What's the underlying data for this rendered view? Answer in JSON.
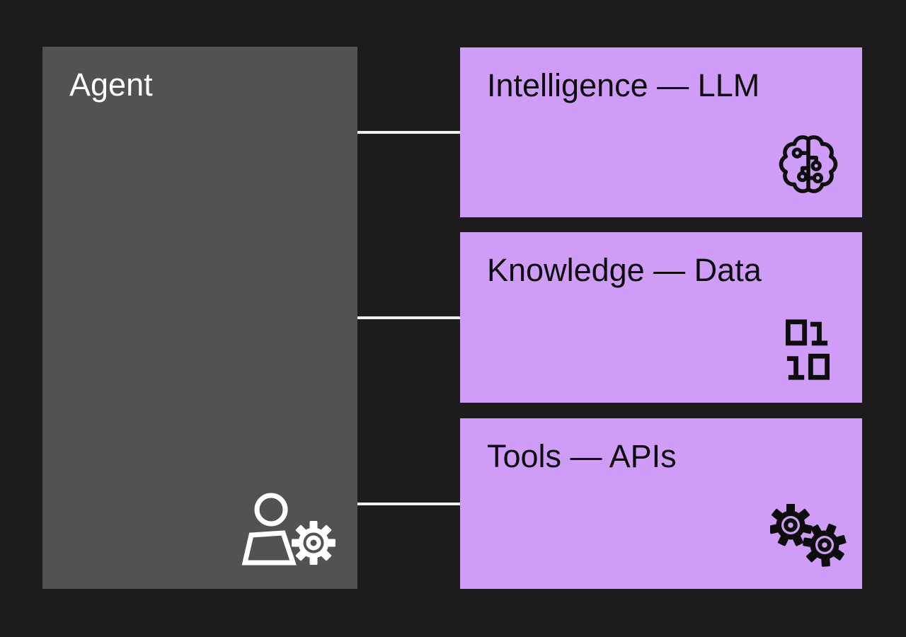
{
  "agent": {
    "label": "Agent",
    "icon": "user-gear-icon"
  },
  "components": [
    {
      "label": "Intelligence — LLM",
      "icon": "brain-circuit-icon"
    },
    {
      "label": "Knowledge — Data",
      "icon": "binary-digits-icon"
    },
    {
      "label": "Tools — APIs",
      "icon": "gears-icon"
    }
  ],
  "connectors": {
    "count": 3
  },
  "colors": {
    "background": "#1c1c1c",
    "agent_box": "#525252",
    "component_box": "#cf9cf7",
    "connector": "#efefec",
    "icon_dark": "#0d0d0d",
    "text_dark": "#0d0d0d",
    "text_light": "#ffffff"
  }
}
